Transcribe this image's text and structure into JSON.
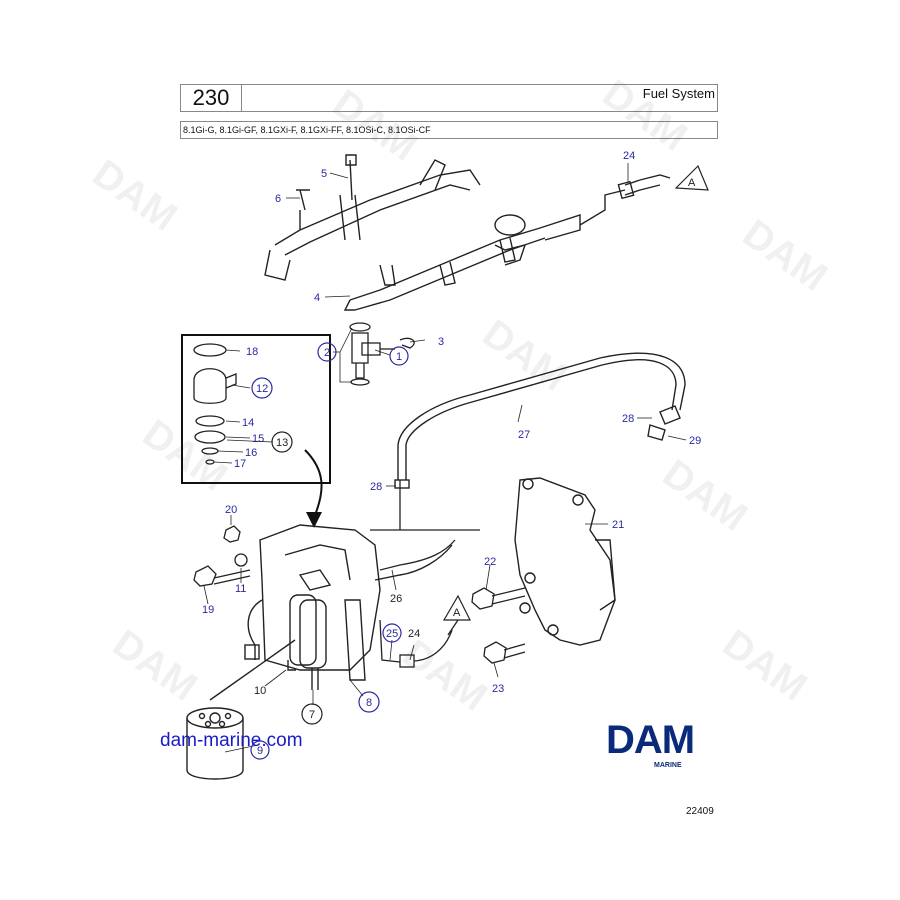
{
  "header": {
    "page_number": "230",
    "title": "Fuel System",
    "models": "8.1Gi-G, 8.1Gi-GF, 8.1GXi-F, 8.1GXi-FF, 8.1OSi-C, 8.1OSi-CF"
  },
  "callouts": {
    "c1": "1",
    "c2": "2",
    "c3": "3",
    "c4": "4",
    "c5": "5",
    "c6": "6",
    "c7": "7",
    "c8": "8",
    "c9": "9",
    "c10": "10",
    "c11": "11",
    "c12": "12",
    "c13": "13",
    "c14": "14",
    "c15": "15",
    "c16": "16",
    "c17": "17",
    "c18": "18",
    "c19": "19",
    "c20": "20",
    "c21": "21",
    "c22": "22",
    "c23": "23",
    "c24a": "24",
    "c24b": "24",
    "c25": "25",
    "c26": "26",
    "c27": "27",
    "c28a": "28",
    "c28b": "28",
    "c29": "29",
    "markerA1": "A",
    "markerA2": "A"
  },
  "footer": {
    "website": "dam-marine.com",
    "logo_text": "DAM",
    "logo_sub": "MARINE",
    "drawing_number": "22409"
  },
  "watermark": "DAM",
  "colors": {
    "callout_blue": "#2a2aa0",
    "logo_blue": "#0a2a7a",
    "website_blue": "#1a1ac8"
  }
}
